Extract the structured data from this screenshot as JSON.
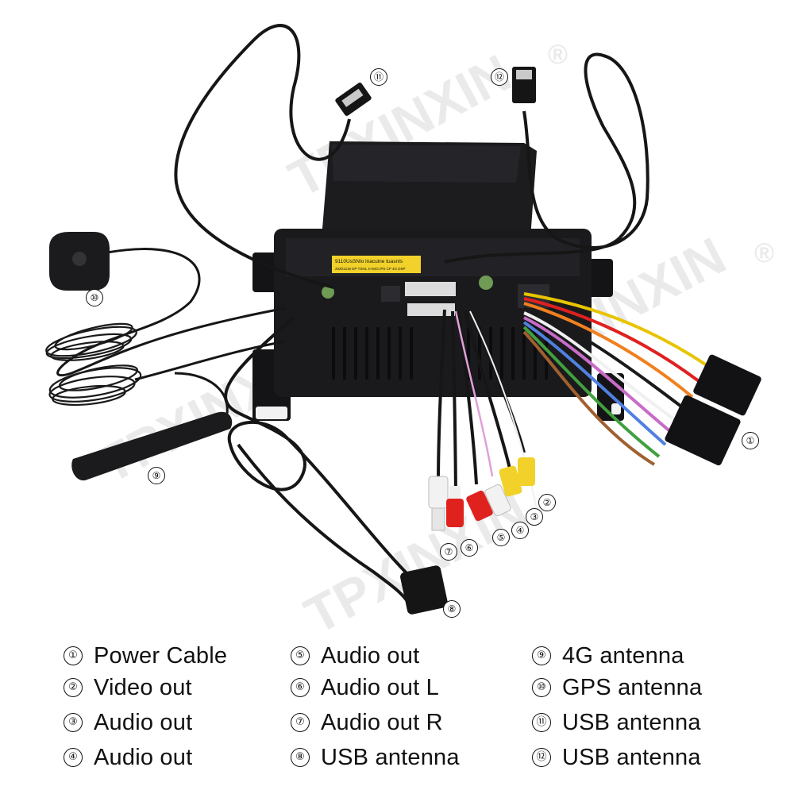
{
  "watermark": "TPXINXIN",
  "registered_mark": "®",
  "unit_label": "9110UsSNIo lnacuine tuasnIs",
  "unit_sublabel": "20201216 DP TSNL 4+64G IPS CP 4G DSP",
  "callouts": [
    "①",
    "②",
    "③",
    "④",
    "⑤",
    "⑥",
    "⑦",
    "⑧",
    "⑨",
    "⑩",
    "⑪",
    "⑫"
  ],
  "legend": {
    "col1": [
      {
        "num": "①",
        "text": "Power Cable"
      },
      {
        "num": "②",
        "text": "Video out"
      },
      {
        "num": "③",
        "text": "Audio out"
      },
      {
        "num": "④",
        "text": "Audio out"
      }
    ],
    "col2": [
      {
        "num": "⑤",
        "text": "Audio out"
      },
      {
        "num": "⑥",
        "text": "Audio out L"
      },
      {
        "num": "⑦",
        "text": "Audio out R"
      },
      {
        "num": "⑧",
        "text": "USB antenna"
      }
    ],
    "col3": [
      {
        "num": "⑨",
        "text": "4G antenna"
      },
      {
        "num": "⑩",
        "text": "GPS antenna"
      },
      {
        "num": "⑪",
        "text": "USB antenna"
      },
      {
        "num": "⑫",
        "text": "USB antenna"
      }
    ]
  }
}
